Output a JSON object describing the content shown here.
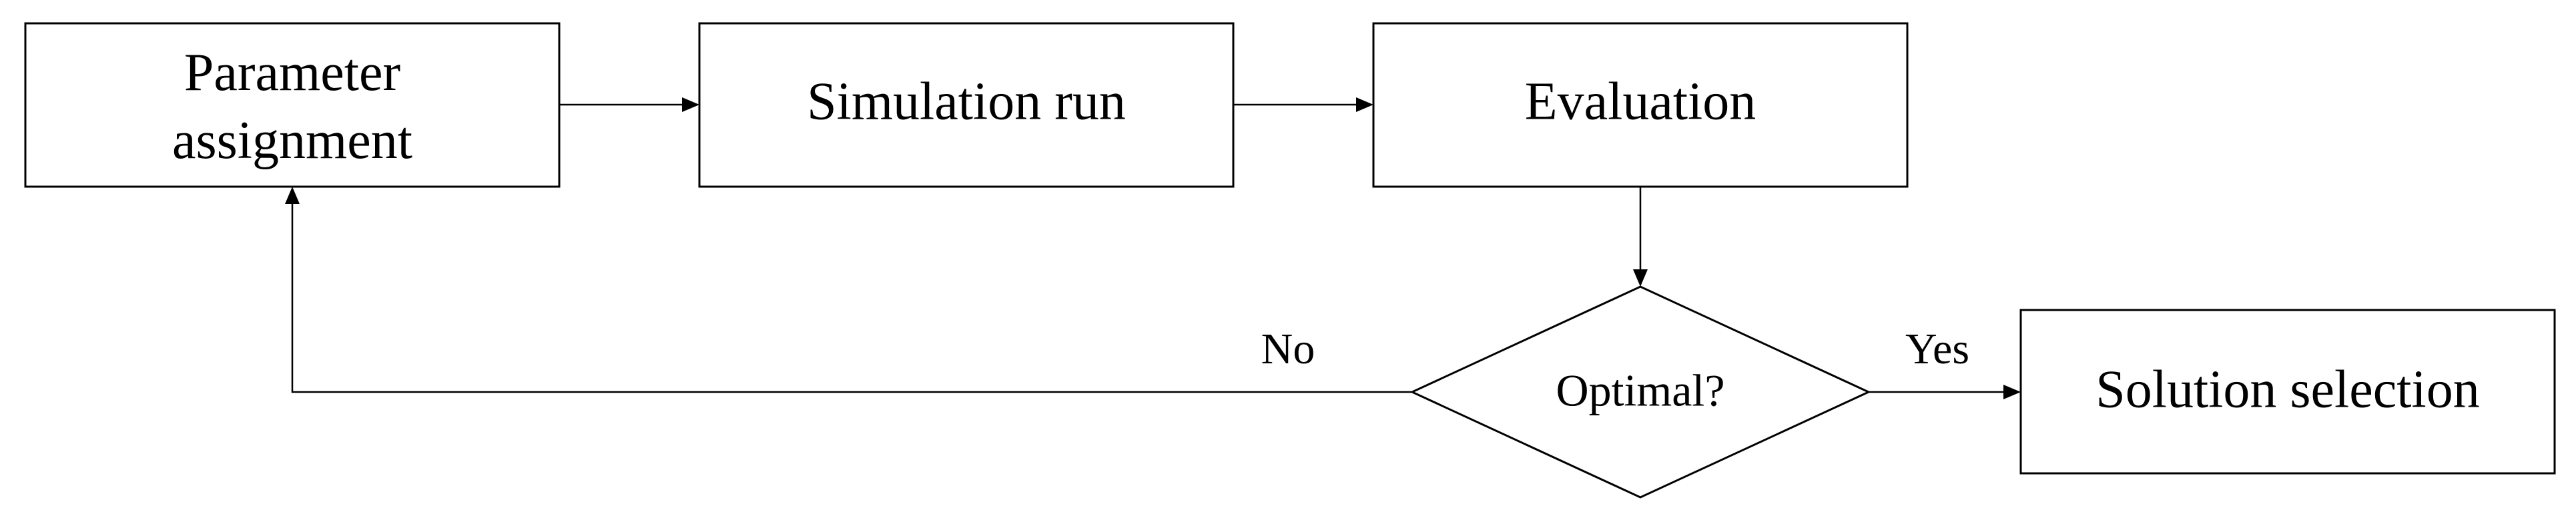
{
  "diagram": {
    "nodes": {
      "parameter_assignment": {
        "line1": "Parameter",
        "line2": "assignment"
      },
      "simulation_run": {
        "label": "Simulation run"
      },
      "evaluation": {
        "label": "Evaluation"
      },
      "decision": {
        "label": "Optimal?"
      },
      "solution_selection": {
        "label": "Solution selection"
      }
    },
    "edges": {
      "no_label": "No",
      "yes_label": "Yes"
    },
    "colors": {
      "stroke": "#000000",
      "background": "#ffffff"
    }
  }
}
